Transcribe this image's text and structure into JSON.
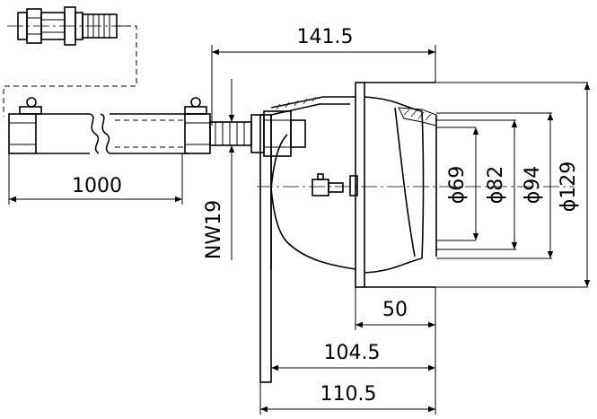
{
  "drawing": {
    "dimensions": {
      "overall_length": "141.5",
      "hose_length": "1000",
      "hose_size": "NW19",
      "diameter_1": "ϕ69",
      "diameter_2": "ϕ82",
      "diameter_3": "ϕ94",
      "diameter_4": "ϕ129",
      "flange_depth": "50",
      "body_length_1": "104.5",
      "body_length_2": "110.5"
    }
  }
}
